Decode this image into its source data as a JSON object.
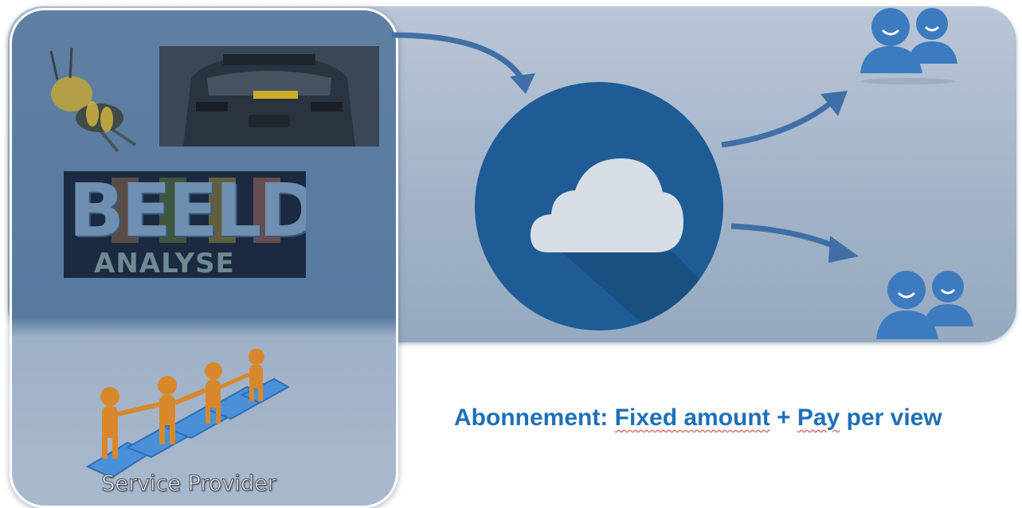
{
  "provider": {
    "label": "Service Provider"
  },
  "beeld_logo": {
    "word": "BEELD",
    "subword": "ANALYSE"
  },
  "pricing": {
    "prefix": "Abonnement:",
    "fixed": "Fixed amount",
    "plus": "+",
    "pay": "Pay",
    "per_view": "per view"
  },
  "icons": {
    "bee": "bee-icon",
    "car": "car-photo",
    "cloud": "cloud-icon",
    "people_top": "users-icon",
    "people_bottom": "users-icon",
    "team": "team-puzzle-icon"
  },
  "colors": {
    "banner": "#a9b9cc",
    "provider": "#5c7da1",
    "cloud_circle": "#1f5c96",
    "arrow": "#3f6fa6",
    "users": "#3d7bc0",
    "pricing_text": "#1f6fb8",
    "team_figures": "#d8882a",
    "puzzle": "#4a90d9"
  }
}
